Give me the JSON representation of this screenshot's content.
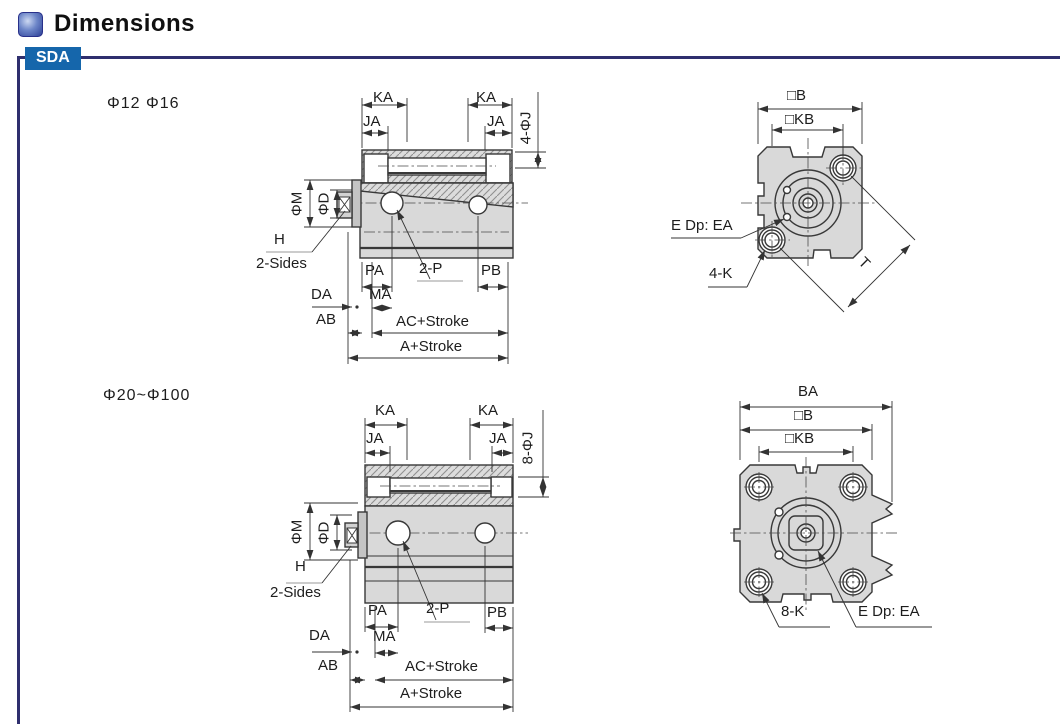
{
  "header": {
    "title": "Dimensions",
    "series_tab": "SDA"
  },
  "fig1": {
    "title": "Φ12 Φ16",
    "side": {
      "ka_left": "KA",
      "ka_right": "KA",
      "ja_left": "JA",
      "ja_right": "JA",
      "hole_callout": "4-ΦJ",
      "rod_thread": "ΦM",
      "rod_dia": "ΦD",
      "wrench_flat": "H",
      "wrench_note": "2-Sides",
      "pa": "PA",
      "port_callout": "2-P",
      "pb": "PB",
      "ma": "MA",
      "da": "DA",
      "ab": "AB",
      "ac_stroke": "AC+Stroke",
      "a_stroke": "A+Stroke"
    },
    "front": {
      "b": "□B",
      "kb": "□KB",
      "e_depth": "E Dp: EA",
      "k_callout": "4-K",
      "t": "T"
    }
  },
  "fig2": {
    "title": "Φ20~Φ100",
    "side": {
      "ka_left": "KA",
      "ka_right": "KA",
      "ja_left": "JA",
      "ja_right": "JA",
      "hole_callout": "8-ΦJ",
      "rod_thread": "ΦM",
      "rod_dia": "ΦD",
      "wrench_flat": "H",
      "wrench_note": "2-Sides",
      "pa": "PA",
      "port_callout": "2-P",
      "pb": "PB",
      "ma": "MA",
      "da": "DA",
      "ab": "AB",
      "ac_stroke": "AC+Stroke",
      "a_stroke": "A+Stroke"
    },
    "front": {
      "ba": "BA",
      "b": "□B",
      "kb": "□KB",
      "k_callout": "8-K",
      "e_depth": "E Dp: EA"
    }
  },
  "colors": {
    "accent_blue": "#1566ab",
    "border_navy": "#2f2f6e",
    "part_fill": "#d9d9d9",
    "line": "#383838"
  }
}
